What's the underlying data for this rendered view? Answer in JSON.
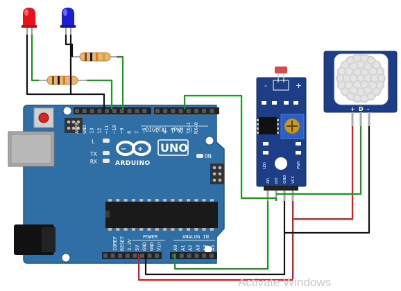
{
  "board": {
    "name": "UNO",
    "brand": "ARDUINO",
    "on_label": "ON",
    "l_label": "L",
    "tx_label": "TX",
    "rx_label": "RX",
    "digital_label": "DIGITAL (PWM ~)",
    "digital_pins": [
      "AREF",
      "GND",
      "13",
      "12",
      "~11",
      "~10",
      "~9",
      "8",
      "7",
      "~6",
      "~5",
      "4",
      "~3",
      "2",
      "TX→1",
      "RX←0"
    ],
    "power_label": "POWER",
    "power_pins": [
      "IOREF",
      "RESET",
      "3.3V",
      "5V",
      "GND",
      "GND",
      "Vin"
    ],
    "analog_label": "ANALOG IN",
    "analog_pins": [
      "A0",
      "A1",
      "A2",
      "A3",
      "A4",
      "A5"
    ],
    "colors": {
      "pcb": "#2f6fa5",
      "trace": "#3a7db5"
    }
  },
  "ldr_module": {
    "minus_label": "-",
    "plus_label": "+",
    "pwr_label": "PWR",
    "led_label": "LED",
    "pins": [
      "AO",
      "DO",
      "GND",
      "VCC"
    ]
  },
  "pir_sensor": {
    "pins": [
      "+",
      "D",
      "-"
    ]
  },
  "leds": [
    {
      "color": "red",
      "hex": "#e8121d"
    },
    {
      "color": "blue",
      "hex": "#1a1fd6"
    }
  ],
  "wire_colors": {
    "green": "#1a9a1a",
    "black": "#111111",
    "red": "#ee1111"
  },
  "watermark": "Activate Windows"
}
